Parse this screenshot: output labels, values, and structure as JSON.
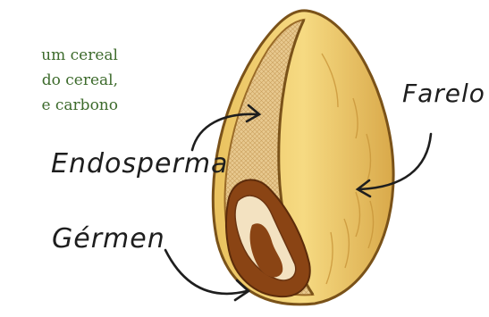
{
  "intro_lines": [
    "um cereal",
    "do cereal,",
    "e carbono"
  ],
  "labels": {
    "endosperma": "Endosperma",
    "farelo": "Farelo",
    "germen": "Gérmen"
  },
  "colors": {
    "text_green": "#3d6b2c",
    "bran": "#f0cf72",
    "endosperm": "#e6c48a",
    "germ": "#8a4414",
    "outline": "#7a5219",
    "arrow": "#1e1e1e"
  }
}
